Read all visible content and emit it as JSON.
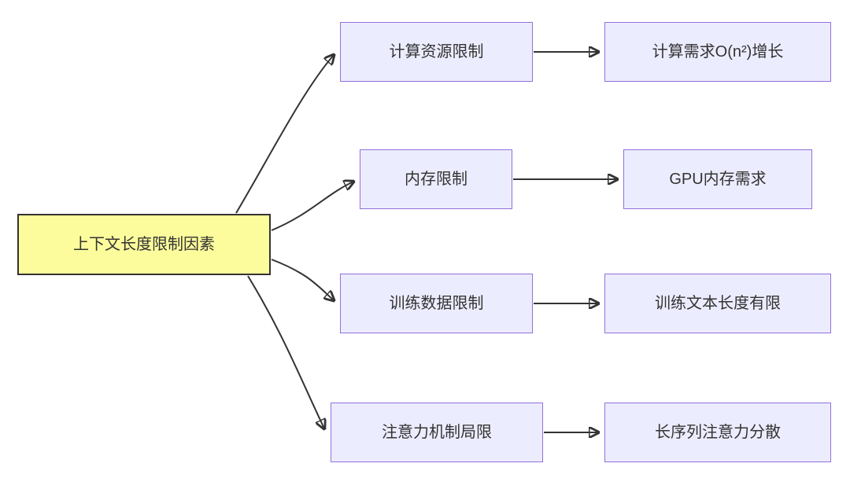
{
  "diagram": {
    "type": "flowchart",
    "direction": "left-to-right",
    "root": {
      "label": "上下文长度限制因素"
    },
    "branches": [
      {
        "cause": "计算资源限制",
        "effect": "计算需求O(n²)增长"
      },
      {
        "cause": "内存限制",
        "effect": "GPU内存需求"
      },
      {
        "cause": "训练数据限制",
        "effect": "训练文本长度有限"
      },
      {
        "cause": "注意力机制局限",
        "effect": "长序列注意力分散"
      }
    ],
    "colors": {
      "background": "#FFFFFF",
      "root_fill": "#FCFC9C",
      "root_border": "#333333",
      "node_fill": "#ECECFF",
      "node_border": "#9370DB",
      "arrow": "#333333",
      "text": "#333333"
    }
  }
}
